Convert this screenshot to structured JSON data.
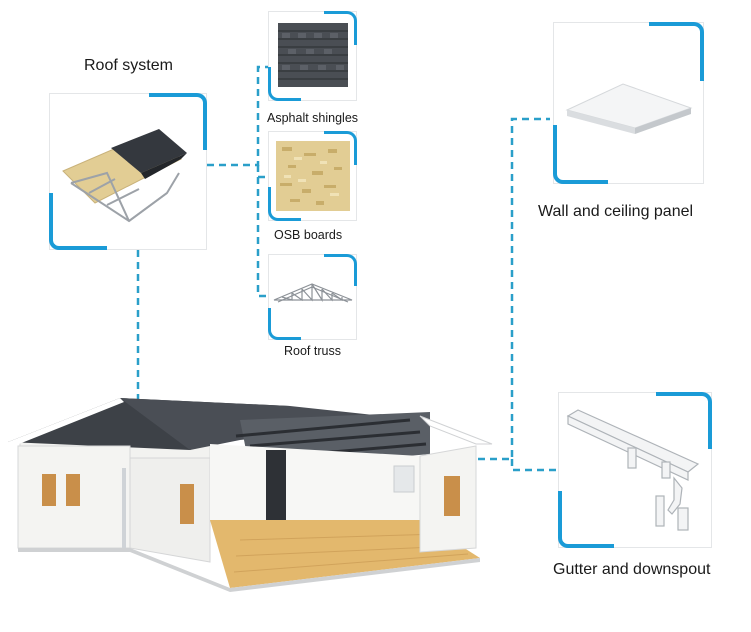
{
  "labels": {
    "roof_system": "Roof system",
    "asphalt_shingles": "Asphalt shingles",
    "osb_boards": "OSB boards",
    "roof_truss": "Roof truss",
    "wall_ceiling_panel": "Wall and ceiling panel",
    "gutter_downspout": "Gutter and downspout"
  },
  "colors": {
    "accent": "#1a9bd7",
    "connector": "#2a9fc9",
    "roof_shingle": "#3d4147",
    "osb": "#e2cd94",
    "floor": "#e3b86d",
    "wall": "#f2f2f0",
    "steel": "#a9adb2"
  },
  "icons": {
    "roof_system_photo": "roof-assembly-image",
    "asphalt_photo": "asphalt-shingle-texture-image",
    "osb_photo": "osb-board-texture-image",
    "truss_photo": "roof-truss-image",
    "panel_photo": "sandwich-panel-image",
    "gutter_photo": "gutter-downspout-image",
    "house_render": "prefab-house-cutaway-image"
  }
}
